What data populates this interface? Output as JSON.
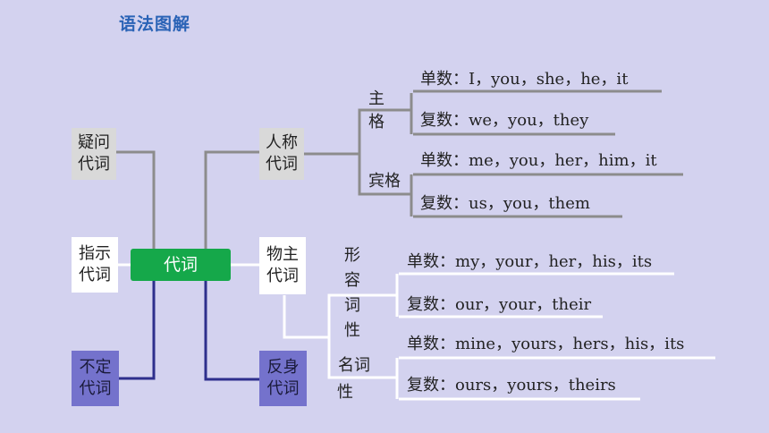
{
  "title": "语法图解",
  "center": "代词",
  "left_nodes": {
    "interrogative": [
      "疑问",
      "代词"
    ],
    "demonstrative": [
      "指示",
      "代词"
    ],
    "indefinite": [
      "不定",
      "代词"
    ]
  },
  "right_nodes": {
    "personal": [
      "人称",
      "代词"
    ],
    "possessive": [
      "物主",
      "代词"
    ],
    "reflexive": [
      "反身",
      "代词"
    ]
  },
  "personal": {
    "subject_label": [
      "主",
      "格"
    ],
    "object_label": "宾格",
    "subject_singular": "单数：I，you，she，he，it",
    "subject_plural": "复数：we，you，they",
    "object_singular": "单数：me，you，her，him，it",
    "object_plural": "复数：us，you，them"
  },
  "possessive": {
    "adjective_label": [
      "形",
      "容",
      "词",
      "性"
    ],
    "noun_label_top": "名词",
    "noun_label_bottom": "性",
    "adj_singular": "单数：my，your，her，his，its",
    "adj_plural": "复数：our，your，their",
    "noun_singular": "单数：mine，yours，hers，his，its",
    "noun_plural": "复数：ours，yours，theirs"
  },
  "colors": {
    "background": "#d3d2ef",
    "title": "#2a63b6",
    "center_node": "#15a84a",
    "gray_node": "#d9d9d9",
    "indefinite_node": "#7472cc",
    "dark_connector": "#2e2f8c",
    "gray_connector": "#8c8c8c",
    "white_connector": "#ffffff"
  }
}
